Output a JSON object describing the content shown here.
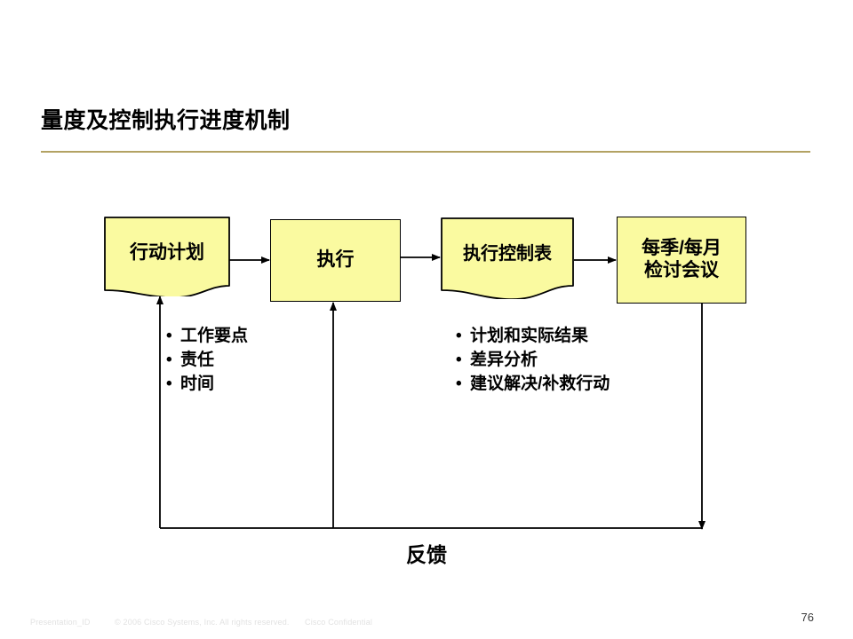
{
  "slide": {
    "title": "量度及控制执行进度机制",
    "rule_color": "#b3a263",
    "background": "#ffffff"
  },
  "diagram": {
    "node_fill": "#fafaa0",
    "node_stroke": "#000000",
    "nodes": [
      {
        "id": "action-plan",
        "label": "行动计划",
        "shape": "document"
      },
      {
        "id": "execute",
        "label": "执行",
        "shape": "rectangle"
      },
      {
        "id": "control-sheet",
        "label": "执行控制表",
        "shape": "document"
      },
      {
        "id": "review-meeting",
        "label": "每季/每月\n检讨会议",
        "shape": "rectangle"
      }
    ],
    "bullets_left": {
      "marker": "•",
      "items": [
        "工作要点",
        "责任",
        "时间"
      ]
    },
    "bullets_right": {
      "marker": "•",
      "items": [
        "计划和实际结果",
        "差异分析",
        "建议解决/补救行动"
      ]
    },
    "feedback_label": "反馈"
  },
  "footer": {
    "presentation_id": "Presentation_ID",
    "copyright": "© 2006 Cisco Systems, Inc. All rights reserved.",
    "confidential": "Cisco Confidential",
    "page_number": "76"
  }
}
